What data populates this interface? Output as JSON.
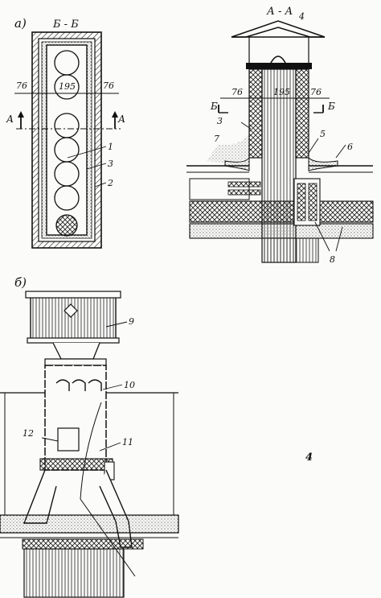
{
  "figure": {
    "panel_a_label": "a)",
    "panel_b_label": "б)",
    "page_number": "4",
    "ink_color": "#111111",
    "paper_color": "#fbfbf9",
    "hatch_color": "#222222",
    "section_bb": {
      "title": "Б - Б",
      "dim_left": "76",
      "dim_center": "195",
      "dim_right": "76",
      "cut_left": "А",
      "cut_right": "А",
      "callouts": [
        "1",
        "3",
        "2"
      ]
    },
    "section_aa": {
      "title": "А - А",
      "dim_left": "76",
      "dim_center": "195",
      "dim_right": "76",
      "cut_left": "Б",
      "cut_right": "Б",
      "callouts": [
        "4",
        "3",
        "7",
        "5",
        "6",
        "8"
      ]
    },
    "detail_b": {
      "callouts": [
        "9",
        "10",
        "12",
        "11"
      ]
    }
  }
}
